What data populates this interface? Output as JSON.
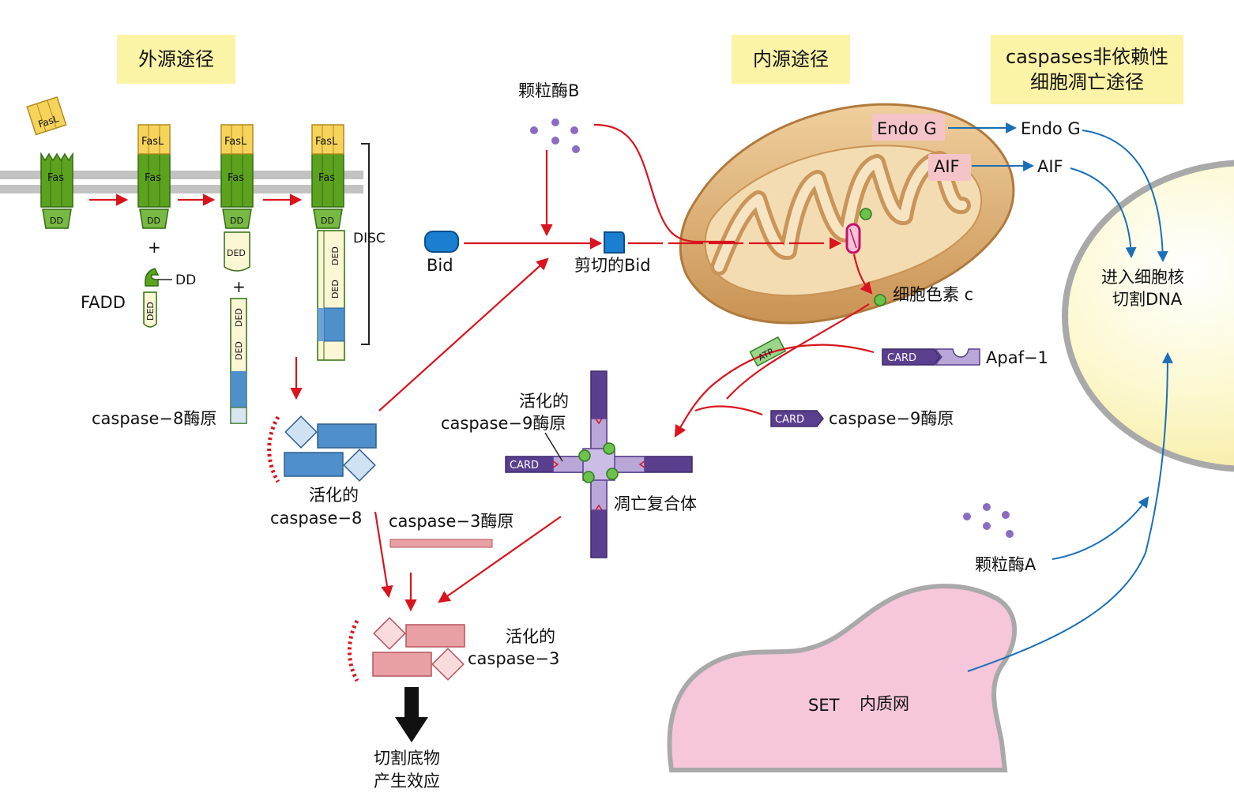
{
  "headers": {
    "extrinsic": "外源途径",
    "intrinsic": "内源途径",
    "independent_line1": "caspases非依赖性",
    "independent_line2": "细胞凋亡途径"
  },
  "extrinsic": {
    "fasl": "FasL",
    "fas": "Fas",
    "dd": "DD",
    "ded": "DED",
    "plus": "+",
    "fadd": "FADD",
    "fadd_dd": "DD",
    "disc": "DISC",
    "procaspase8": "caspase−8酶原",
    "active_caspase8_line1": "活化的",
    "active_caspase8_line2": "caspase−8"
  },
  "granzyme_b": "颗粒酶B",
  "bid": "Bid",
  "cleaved_bid": "剪切的Bid",
  "mitochondria": {
    "endo_g": "Endo G",
    "aif": "AIF"
  },
  "released": {
    "endo_g": "Endo G",
    "aif": "AIF"
  },
  "cytochrome_c": "细胞色素 c",
  "atp": "ATP",
  "card": "CARD",
  "apaf1": "Apaf−1",
  "procaspase9": "caspase−9酶原",
  "active_procaspase9_line1": "活化的",
  "active_procaspase9_line2": "caspase−9酶原",
  "apoptosome": "凋亡复合体",
  "procaspase3": "caspase−3酶原",
  "active_caspase3_line1": "活化的",
  "active_caspase3_line2": "caspase−3",
  "substrate_line1": "切割底物",
  "substrate_line2": "产生效应",
  "nucleus_line1": "进入细胞核",
  "nucleus_line2": "切割DNA",
  "granzyme_a": "颗粒酶A",
  "er_set": "SET",
  "er_label": "内质网",
  "colors": {
    "header_bg": "#fbf3a6",
    "red_arrow": "#d9141e",
    "blue_arrow": "#1c6fb5",
    "fas_green": "#5ca21e",
    "fasl_yellow": "#f6d45c",
    "caspase8_blue": "#4f8fcb",
    "caspase3_pink": "#e9a0a5",
    "card_purple": "#5b3f8f",
    "apoptosome_lilac": "#b9a7d8",
    "mito_tan": "#e2b882",
    "nucleus_yellow": "#fbf6c4",
    "er_pink": "#f6c6da"
  }
}
